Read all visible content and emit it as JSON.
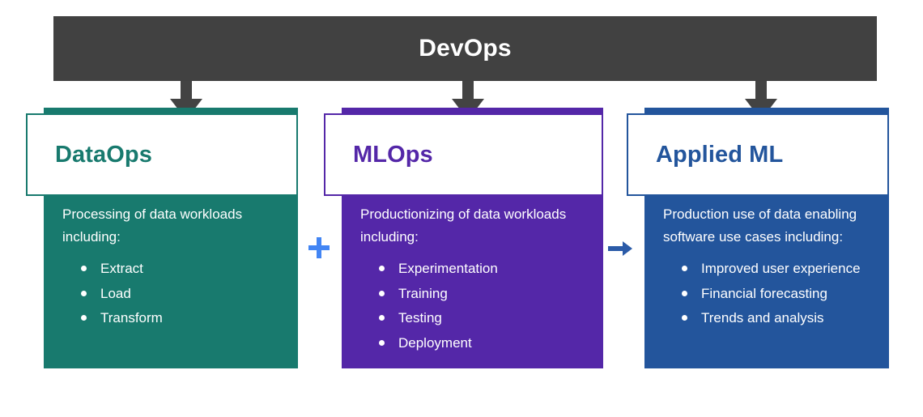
{
  "diagram": {
    "top_bar": {
      "title": "DevOps",
      "color": "#414141"
    },
    "arrow_color": "#434343",
    "connectors": [
      {
        "type": "plus-icon",
        "symbol": "+",
        "color": "#4285F4"
      },
      {
        "type": "arrow-right-icon",
        "symbol": "→",
        "color": "#2B5BA8"
      }
    ],
    "cards": [
      {
        "id": "dataops",
        "title": "DataOps",
        "color": "#187A6E",
        "description": "Processing of data workloads including:",
        "items": [
          "Extract",
          "Load",
          "Transform"
        ]
      },
      {
        "id": "mlops",
        "title": "MLOps",
        "color": "#5427A8",
        "description": "Productionizing of data workloads including:",
        "items": [
          "Experimentation",
          "Training",
          "Testing",
          "Deployment"
        ]
      },
      {
        "id": "appliedml",
        "title": "Applied ML",
        "color": "#23559C",
        "description": "Production use of data enabling software use cases including:",
        "items": [
          "Improved user experience",
          "Financial forecasting",
          "Trends and analysis"
        ]
      }
    ]
  }
}
